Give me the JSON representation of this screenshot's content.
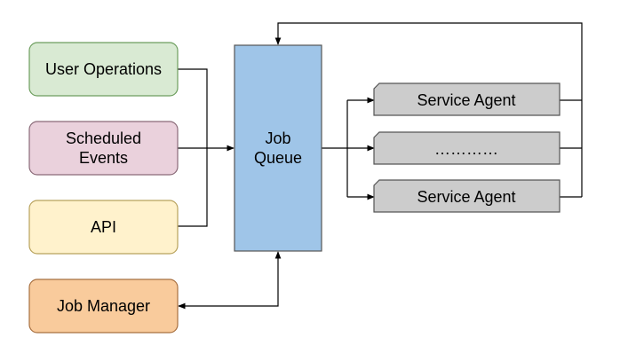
{
  "sources": [
    {
      "id": "user-operations",
      "lines": [
        "User Operations"
      ],
      "fill": "#d9ead3",
      "stroke": "#6d9e5e"
    },
    {
      "id": "scheduled-events",
      "lines": [
        "Scheduled",
        "Events"
      ],
      "fill": "#ead1dc",
      "stroke": "#8a6a78"
    },
    {
      "id": "api",
      "lines": [
        "API"
      ],
      "fill": "#fff2cc",
      "stroke": "#b8a25c"
    }
  ],
  "job_manager": {
    "lines": [
      "Job Manager"
    ],
    "fill": "#f9cb9c",
    "stroke": "#a87040"
  },
  "job_queue": {
    "lines": [
      "Job",
      "Queue"
    ],
    "fill": "#9fc5e8",
    "stroke": "#555555"
  },
  "agents": [
    {
      "id": "service-agent-1",
      "label": "Service Agent"
    },
    {
      "id": "service-agent-ellipsis",
      "label": "…………"
    },
    {
      "id": "service-agent-2",
      "label": "Service Agent"
    }
  ],
  "agent_style": {
    "fill": "#cccccc",
    "stroke": "#555555"
  }
}
